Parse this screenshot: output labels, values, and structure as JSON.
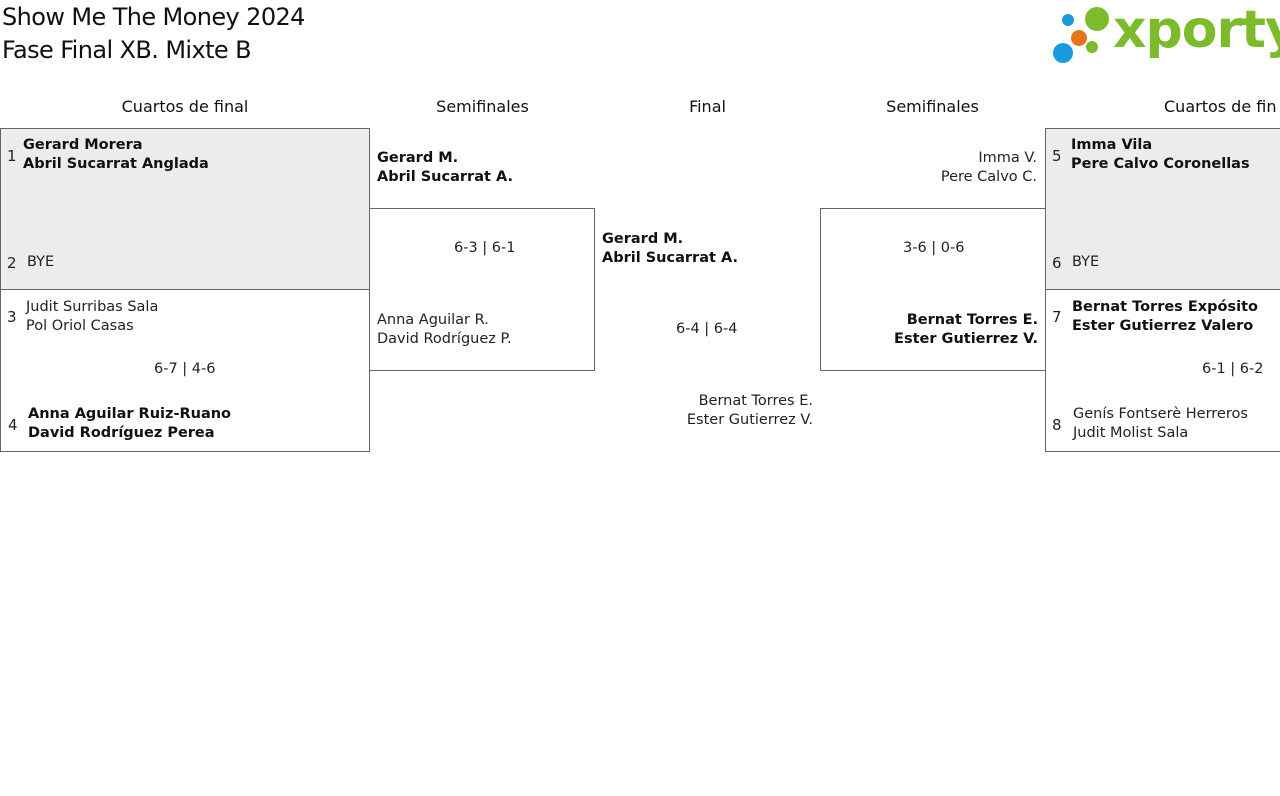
{
  "header": {
    "title": "Show Me The Money 2024",
    "subtitle": "Fase Final XB. Mixte B"
  },
  "logo": {
    "text": "xporty",
    "icon": "dots-logo-icon",
    "colors": {
      "green": "#7cbc2c",
      "blue": "#1a9be0",
      "orange": "#e8731c"
    }
  },
  "rounds": {
    "qf_left": "Cuartos de final",
    "sf_left": "Semifinales",
    "final": "Final",
    "sf_right": "Semifinales",
    "qf_right": "Cuartos de fin"
  },
  "quarterfinals": [
    {
      "seed": "1",
      "p1": "Gerard Morera",
      "p2": "Abril Sucarrat Anglada"
    },
    {
      "seed": "2",
      "p1": "BYE"
    },
    {
      "seed": "3",
      "p1": "Judit Surribas Sala",
      "p2": "Pol Oriol Casas"
    },
    {
      "seed": "4",
      "p1": "Anna Aguilar Ruiz-Ruano",
      "p2": "David Rodríguez Perea"
    },
    {
      "seed": "5",
      "p1": "Imma Vila",
      "p2": "Pere Calvo Coronellas"
    },
    {
      "seed": "6",
      "p1": "BYE"
    },
    {
      "seed": "7",
      "p1": "Bernat Torres Expósito",
      "p2": "Ester Gutierrez Valero"
    },
    {
      "seed": "8",
      "p1": "Genís Fontserè Herreros",
      "p2": "Judit Molist Sala"
    }
  ],
  "qf_scores": {
    "left_bottom": "6-7 | 4-6",
    "right_bottom": "6-1 | 6-2"
  },
  "semifinals": {
    "left_top": {
      "p1": "Gerard M.",
      "p2": "Abril Sucarrat A."
    },
    "left_bottom": {
      "p1": "Anna Aguilar R.",
      "p2": "David Rodríguez P."
    },
    "left_score": "6-3 | 6-1",
    "right_top": {
      "p1": "Imma V.",
      "p2": "Pere Calvo C."
    },
    "right_bottom": {
      "p1": "Bernat Torres E.",
      "p2": "Ester Gutierrez V."
    },
    "right_score": "3-6 | 0-6"
  },
  "final": {
    "top": {
      "p1": "Gerard M.",
      "p2": "Abril Sucarrat A."
    },
    "bottom": {
      "p1": "Bernat Torres E.",
      "p2": "Ester Gutierrez V."
    },
    "score": "6-4 | 6-4"
  }
}
